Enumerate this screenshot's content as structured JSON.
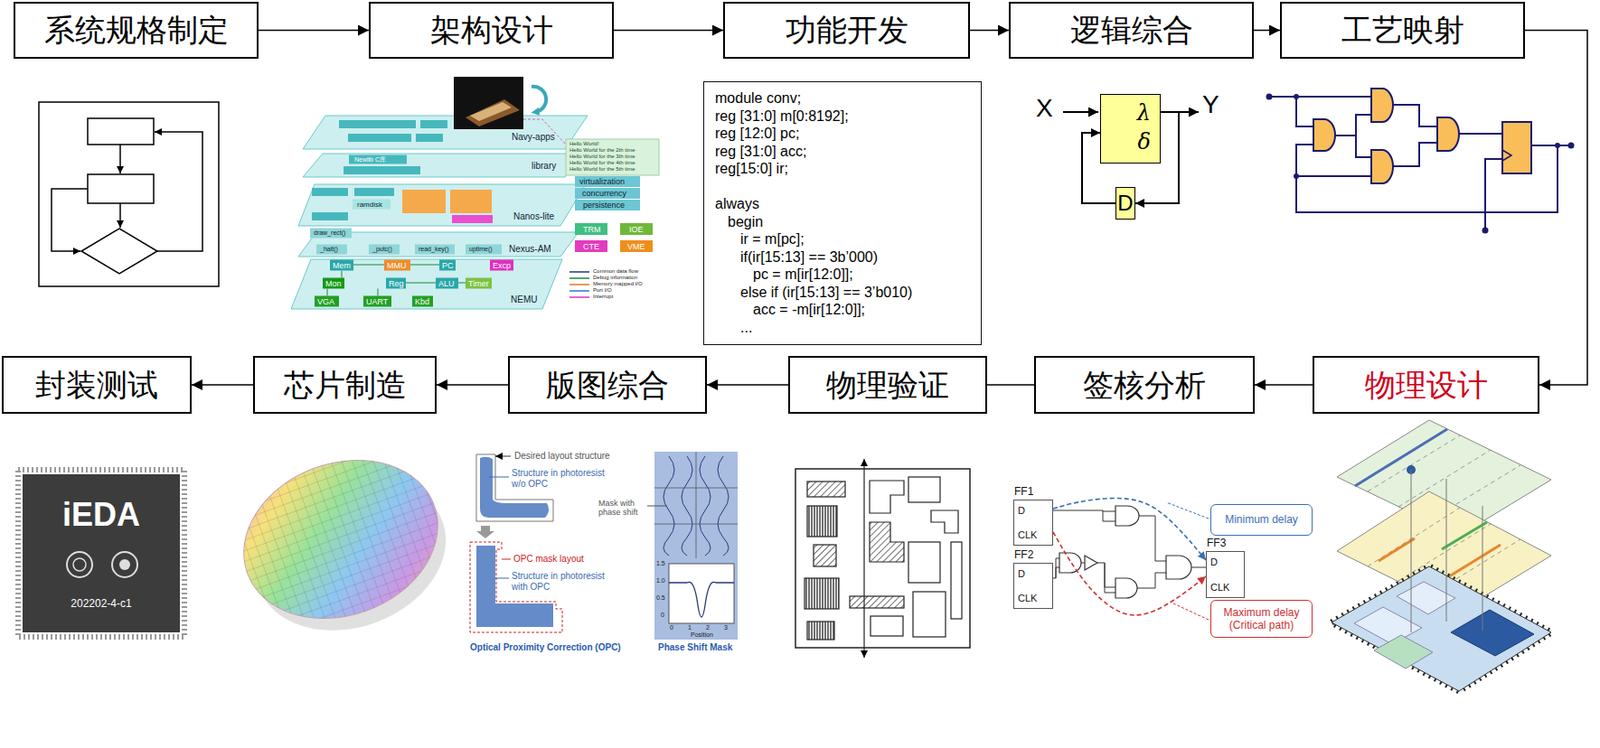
{
  "diagram": {
    "nodes": [
      {
        "text": [
          "系统规格制定"
        ]
      },
      {
        "text": [
          "架构设计"
        ]
      },
      {
        "text": [
          "功能开发"
        ]
      },
      {
        "text": [
          "逻辑综合"
        ]
      },
      {
        "text": [
          "工艺映射"
        ]
      },
      {
        "text": [
          "物理设计"
        ]
      },
      {
        "text": [
          "签核分析"
        ]
      },
      {
        "text": [
          "物理验证"
        ]
      },
      {
        "text": [
          "版图综合"
        ]
      },
      {
        "text": [
          "芯片制造"
        ]
      },
      {
        "text": [
          "封装测试"
        ]
      },
      {
        "text": [
          "module conv;",
          "reg [31:0] m[0:8192];",
          "reg [12:0] pc;",
          "reg [31:0] acc;",
          "reg[15:0] ir;",
          "always",
          "begin",
          "ir = m[pc];",
          "if(ir[15:13] == 3b’000)",
          "pc = m[ir[12:0]];",
          "else if (ir[15:13] == 3’b010)",
          "acc = -m[ir[12:0]];",
          "..."
        ]
      },
      {
        "text": [
          "λ",
          "δ"
        ]
      },
      {
        "text": [
          "D"
        ]
      },
      {
        "text": [
          "FF1",
          "D",
          "CLK"
        ]
      },
      {
        "text": [
          "FF2",
          "D",
          "CLK"
        ]
      },
      {
        "text": [
          "FF3",
          "D",
          "CLK"
        ]
      },
      {
        "text": [
          "Minimum delay"
        ]
      },
      {
        "text": [
          "Maximum delay (Critical path)"
        ]
      },
      {
        "text": [
          "iEDA",
          "202202-4-c1"
        ]
      }
    ],
    "edges": [
      {
        "from": 0,
        "to": 1,
        "arrow": "to"
      },
      {
        "from": 1,
        "to": 2,
        "arrow": "to"
      },
      {
        "from": 2,
        "to": 3,
        "arrow": "to"
      },
      {
        "from": 3,
        "to": 4,
        "arrow": "to"
      },
      {
        "from": 4,
        "to": 5,
        "arrow": "to"
      },
      {
        "from": 5,
        "to": 6,
        "arrow": "to"
      },
      {
        "from": 6,
        "to": 7,
        "arrow": "none"
      },
      {
        "from": 7,
        "to": 8,
        "arrow": "to"
      },
      {
        "from": 8,
        "to": 9,
        "arrow": "to"
      },
      {
        "from": 9,
        "to": 10,
        "arrow": "to"
      },
      {
        "from": 12,
        "to": 13,
        "arrow": "to"
      },
      {
        "from": 13,
        "to": 12,
        "arrow": "to"
      },
      {
        "from": 14,
        "to": 16,
        "arrow": "to"
      },
      {
        "from": 14,
        "to": 16,
        "arrow": "to"
      }
    ],
    "labels": [
      "X",
      "Y",
      "Navy-apps",
      "library",
      "Nanos-lite",
      "Nexus-AM",
      "NEMU",
      "Newlib C库",
      "ramdisk",
      "virtualization",
      "concurrency",
      "persistence",
      "TRM",
      "IOE",
      "CTE",
      "VME",
      "Mem",
      "MMU",
      "PC",
      "Excp",
      "Mon",
      "Reg",
      "ALU",
      "Timer",
      "VGA",
      "UART",
      "Kbd",
      "_halt()",
      "_putc()",
      "read_key()",
      "uptime()",
      "draw_rect()",
      "Hello World!",
      "Hello World for the 2th time",
      "Hello World for the 3th time",
      "Hello World for the 4th time",
      "Hello World for the 5th time",
      "Desired layout structure",
      "Structure in photoresist w/o OPC",
      "OPC mask layout",
      "Structure in photoresist with OPC",
      "Mask with phase shift",
      "Optical Proximity Correction (OPC)",
      "Phase Shift Mask",
      "1.5",
      "1.0",
      "0.5",
      "0",
      "0",
      "1",
      "2",
      "3",
      "Position"
    ],
    "legend": [
      {
        "text": "Common data flow"
      },
      {
        "text": "Debug information"
      },
      {
        "text": "Memory mapped I/O"
      },
      {
        "text": "Port I/O"
      },
      {
        "text": "Interrupt"
      }
    ]
  }
}
